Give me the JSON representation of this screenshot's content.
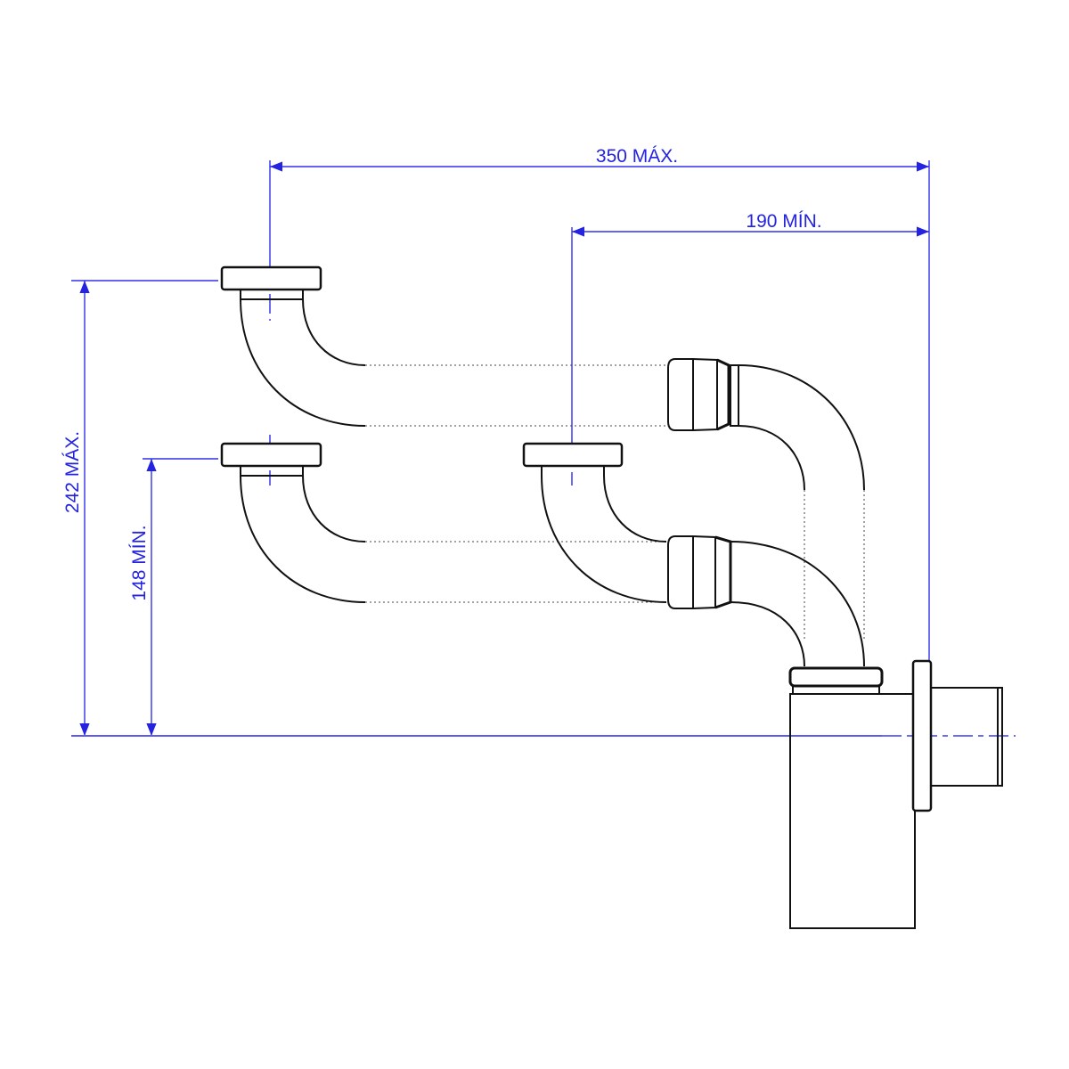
{
  "dimensions": {
    "width_max": "350 MÁX.",
    "width_min": "190 MÍN.",
    "height_max": "242 MÁX.",
    "height_min": "148 MÍN."
  },
  "colors": {
    "dimension": "#2323e0",
    "outline": "#111111"
  }
}
